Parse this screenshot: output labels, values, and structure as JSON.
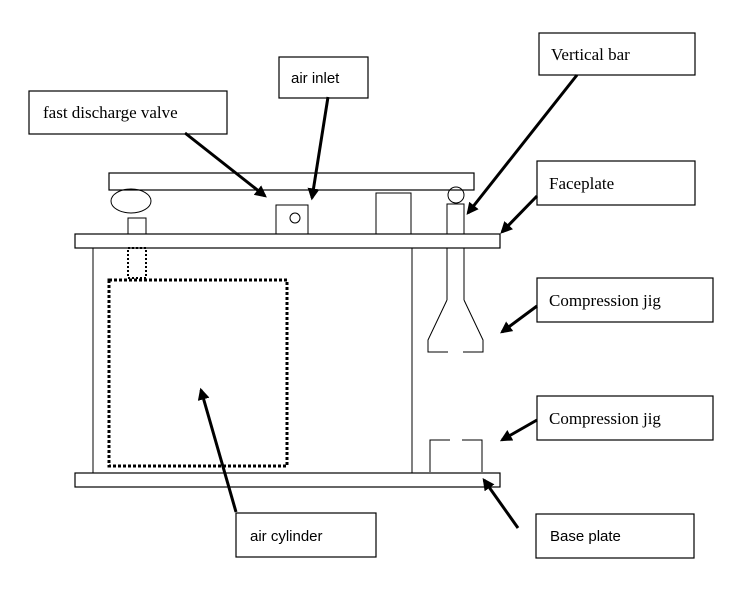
{
  "labels": {
    "fast_discharge_valve": "fast discharge valve",
    "air_inlet": "air inlet",
    "vertical_bar": "Vertical bar",
    "faceplate": "Faceplate",
    "compression_jig_upper": "Compression jig",
    "compression_jig_lower": "Compression jig",
    "air_cylinder": "air cylinder",
    "base_plate": "Base plate"
  }
}
